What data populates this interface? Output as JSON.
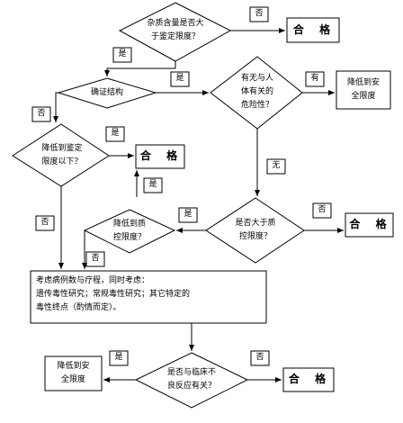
{
  "nodes": {
    "impurity_exceeds_id": "杂质含量是否大\n于鉴定限度？",
    "confirm_structure": "确证结构",
    "harmful_group": "有无与人\n体有关的\n危险性？",
    "reduce_below_id": "降低到鉴定\n限度以下？",
    "exceeds_qualification": "是否大于质\n控限度？",
    "reduce_to_qualification": "降低到质\n控限度？",
    "consider_box": "考虑病例数与疗程，同时考虑：\n遗传毒性研究；常规毒性研究；其它特定的\n毒性终点（酌情而定）。",
    "clinical_adverse": "是否与临床不\n良反应有关？",
    "qualified_1": "合  格",
    "qualified_2": "合  格",
    "qualified_3": "合  格",
    "qualified_4": "合  格",
    "safe_limit_1": "降低到安\n全限度",
    "safe_limit_2": "降低到安\n全限度"
  },
  "edge_labels": {
    "no_1": "否",
    "yes_1": "是",
    "yes_2": "是",
    "have": "有",
    "no_2": "否",
    "yes_3": "是",
    "yes_4": "是",
    "none": "无",
    "yes_5": "是",
    "no_3": "否",
    "no_4": "否",
    "no_5": "否",
    "yes_6": "是",
    "no_6": "否"
  }
}
